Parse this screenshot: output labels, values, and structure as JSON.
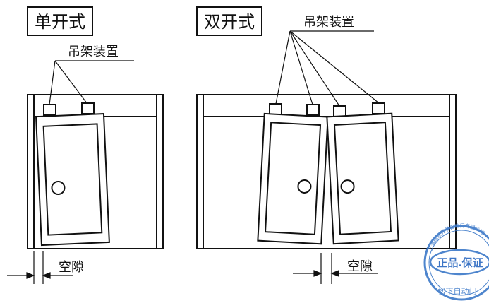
{
  "single": {
    "title": "单开式",
    "hanger_label": "吊架装置",
    "gap_label": "空隙"
  },
  "double": {
    "title": "双开式",
    "hanger_label": "吊架装置",
    "gap_label": "空隙"
  },
  "stamp": {
    "center_text": "正品.保证",
    "ring_text": "上海德克克子自动门有限公司",
    "bottom_text": "松下自动门",
    "color": "#3b78c8"
  }
}
